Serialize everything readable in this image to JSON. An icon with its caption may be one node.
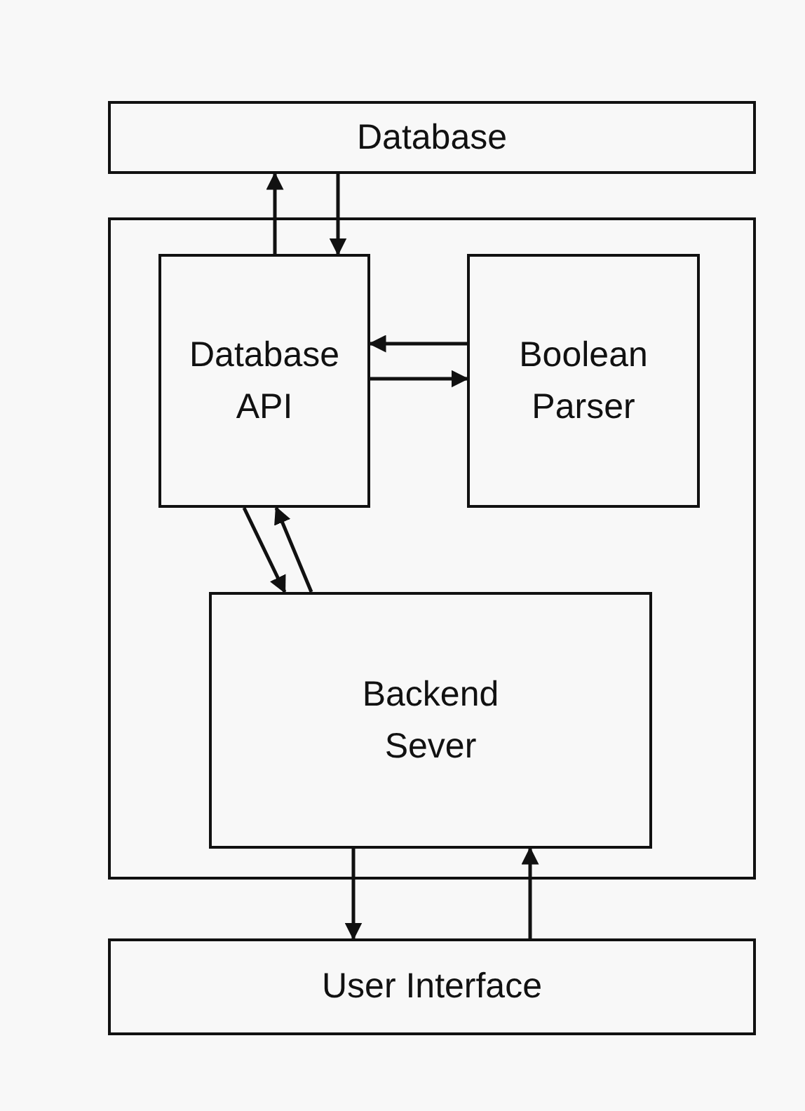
{
  "diagram": {
    "nodes": [
      {
        "text": [
          "Database"
        ]
      },
      {
        "text": [],
        "shape": "box"
      },
      {
        "text": [
          "Database API"
        ],
        "in": 1
      },
      {
        "text": [
          "Boolean Parser"
        ],
        "in": 1
      },
      {
        "text": [
          "Backend Sever"
        ],
        "in": 1
      },
      {
        "text": [
          "User Interface"
        ]
      }
    ],
    "edges": [
      {
        "from": 2,
        "to": 0,
        "arrow": "to"
      },
      {
        "from": 0,
        "to": 2,
        "arrow": "to"
      },
      {
        "from": 3,
        "to": 2,
        "arrow": "to"
      },
      {
        "from": 2,
        "to": 3,
        "arrow": "to"
      },
      {
        "from": 2,
        "to": 4,
        "arrow": "to"
      },
      {
        "from": 4,
        "to": 2,
        "arrow": "to"
      },
      {
        "from": 4,
        "to": 5,
        "arrow": "to"
      },
      {
        "from": 5,
        "to": 4,
        "arrow": "to"
      }
    ]
  }
}
